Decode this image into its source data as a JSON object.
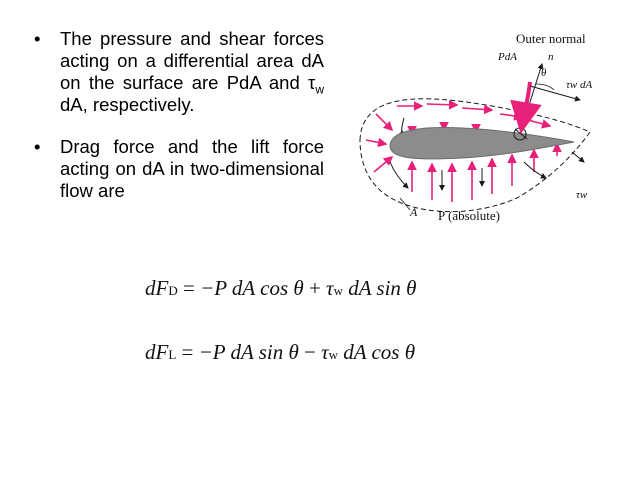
{
  "bullets": [
    {
      "symbol": "•",
      "text_before_sub": "The pressure and shear forces acting on a differential area dA on the surface are PdA and τ",
      "sub": "w",
      "text_after_sub": " dA, respectively."
    },
    {
      "symbol": "•",
      "text": "Drag force and the lift force acting on dA in two-dimensional flow are"
    }
  ],
  "figure": {
    "outer_normal": "Outer normal",
    "n_vector": "n",
    "pda": "PdA",
    "theta": "θ",
    "tau_w_da": "τw dA",
    "tau_w": "τw",
    "point_a": "A",
    "p_absolute": "P (absolute)",
    "colors": {
      "pressure_arrows": "#e8207a",
      "airfoil_fill": "#8c8c8c",
      "lines": "#1a1a1a"
    }
  },
  "equations": [
    {
      "lhs": "dF",
      "lhs_sub": "D",
      "eq_sign": " = ",
      "term1": "−P dA cos θ",
      "op": " + ",
      "tau": "τ",
      "tau_sub": "w",
      "term2": " dA sin θ"
    },
    {
      "lhs": "dF",
      "lhs_sub": "L",
      "eq_sign": " = ",
      "term1": "−P dA sin θ",
      "op": " − ",
      "tau": "τ",
      "tau_sub": "w",
      "term2": " dA cos θ"
    }
  ]
}
